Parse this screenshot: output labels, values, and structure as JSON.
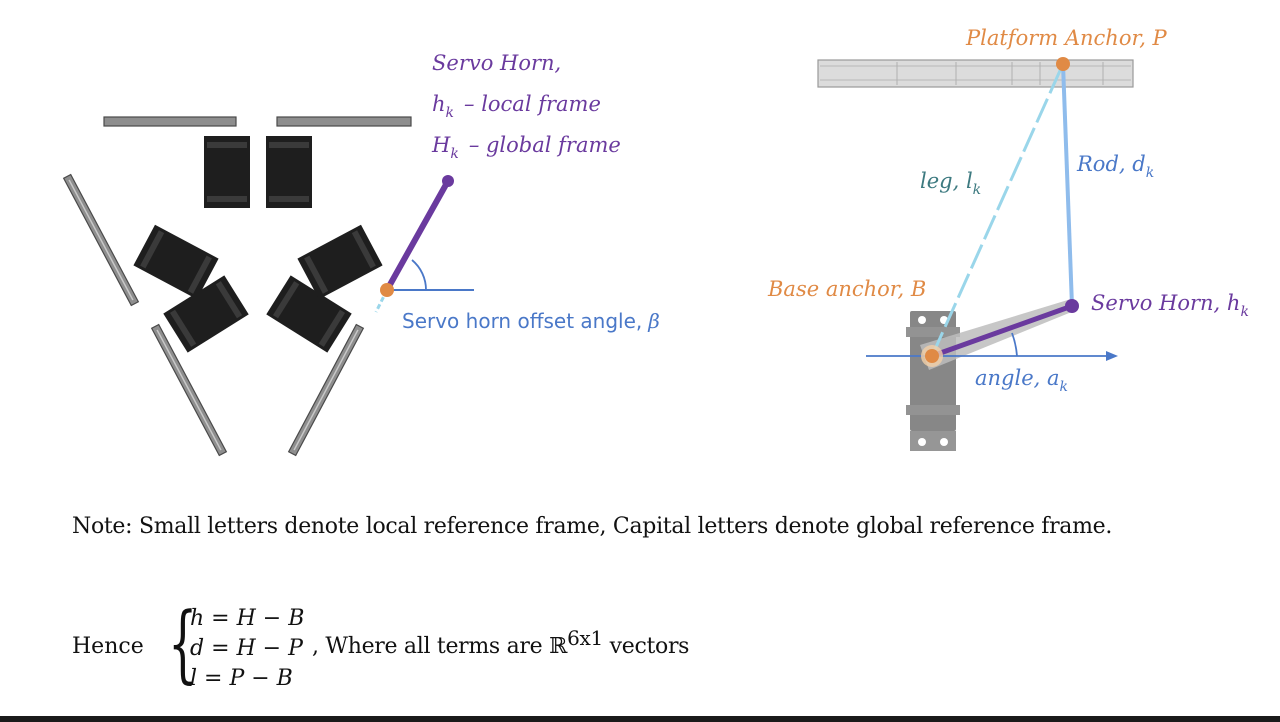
{
  "colors": {
    "purple": "#6a3a9e",
    "orange": "#e08a45",
    "blue": "#4a78c8",
    "teal": "#3d7a80",
    "light_blue": "#8fbcec",
    "dashed_blue": "#9ad6ea",
    "servo_black": "#1e1e1e"
  },
  "left_diagram": {
    "horn_title": "Servo Horn,",
    "local_frame_var": "h",
    "local_frame_sub": "k",
    "local_frame_text": "– local frame",
    "global_frame_var": "H",
    "global_frame_sub": "k",
    "global_frame_text": "– global frame",
    "offset_angle_label": "Servo horn offset angle,",
    "offset_angle_symbol": "β"
  },
  "right_diagram": {
    "platform_label": "Platform Anchor, P",
    "leg_var": "leg, l",
    "leg_sub": "k",
    "rod_var": "Rod, d",
    "rod_sub": "k",
    "base_label": "Base anchor, B",
    "horn_var": "Servo Horn, h",
    "horn_sub": "k",
    "angle_var": "angle, a",
    "angle_sub": "k"
  },
  "note": "Note: Small letters denote local reference frame, Capital letters denote global reference frame.",
  "equations": {
    "hence": "Hence",
    "eq1": "h = H − B",
    "eq2": "d = H − P",
    "eq3": "l = P − B",
    "tail_prefix": ", Where all terms are ℝ",
    "tail_sup": "6x1",
    "tail_suffix": " vectors"
  },
  "icons": [
    "servo-motor-icon"
  ]
}
